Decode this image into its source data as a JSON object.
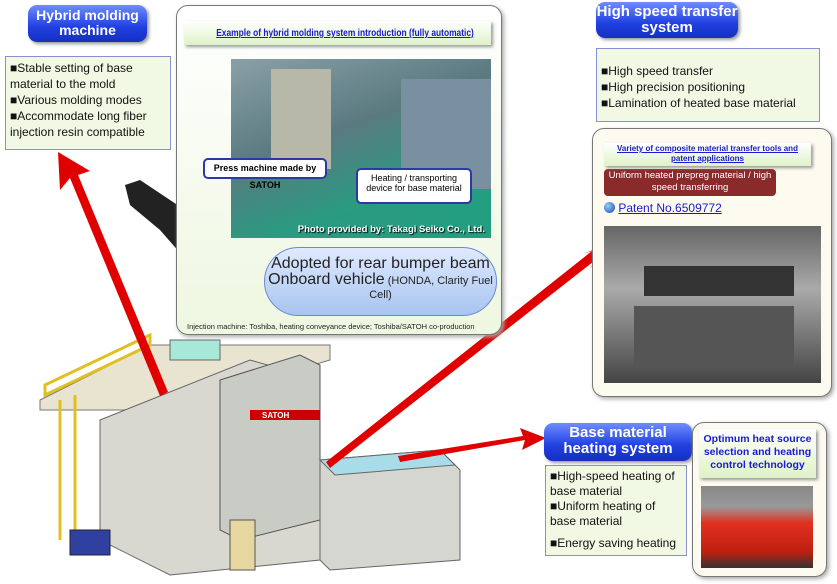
{
  "hybrid": {
    "title": "Hybrid molding machine",
    "items": [
      "Stable setting of base material to the mold",
      "Various molding modes",
      "Accommodate long fiber injection resin compatible"
    ]
  },
  "example": {
    "title": "Example of hybrid molding system introduction (fully automatic)",
    "callout_press": "Press machine made by SATOH",
    "callout_heating": "Heating / transporting device for base material",
    "photo_credit": "Photo provided by: Takagi Seiko Co., Ltd.",
    "adopted_line1": "Adopted for rear bumper beam",
    "adopted_line2": "Onboard vehicle",
    "adopted_note": "(HONDA, Clarity Fuel Cell)",
    "footnote": "Injection machine: Toshiba, heating conveyance device; Toshiba/SATOH co-production"
  },
  "transfer": {
    "title": "High speed transfer system",
    "items": [
      "High speed transfer",
      "High precision positioning",
      "Lamination of heated base material"
    ],
    "panel_title": "Variety of composite material transfer tools and patent applications",
    "red_label": "Uniform heated prepreg material / high speed transferring",
    "patent": "Patent No.6509772"
  },
  "heating": {
    "title": "Base material heating system",
    "items": [
      "High-speed heating of base material",
      "Uniform heating of base material",
      "Energy saving heating"
    ],
    "panel_title": "Optimum heat source selection and heating control technology"
  },
  "machine": {
    "brand": "SATOH"
  },
  "colors": {
    "pill": "#1f3fe0",
    "arrow": "#e00000",
    "red_label": "#8b2a2a"
  }
}
